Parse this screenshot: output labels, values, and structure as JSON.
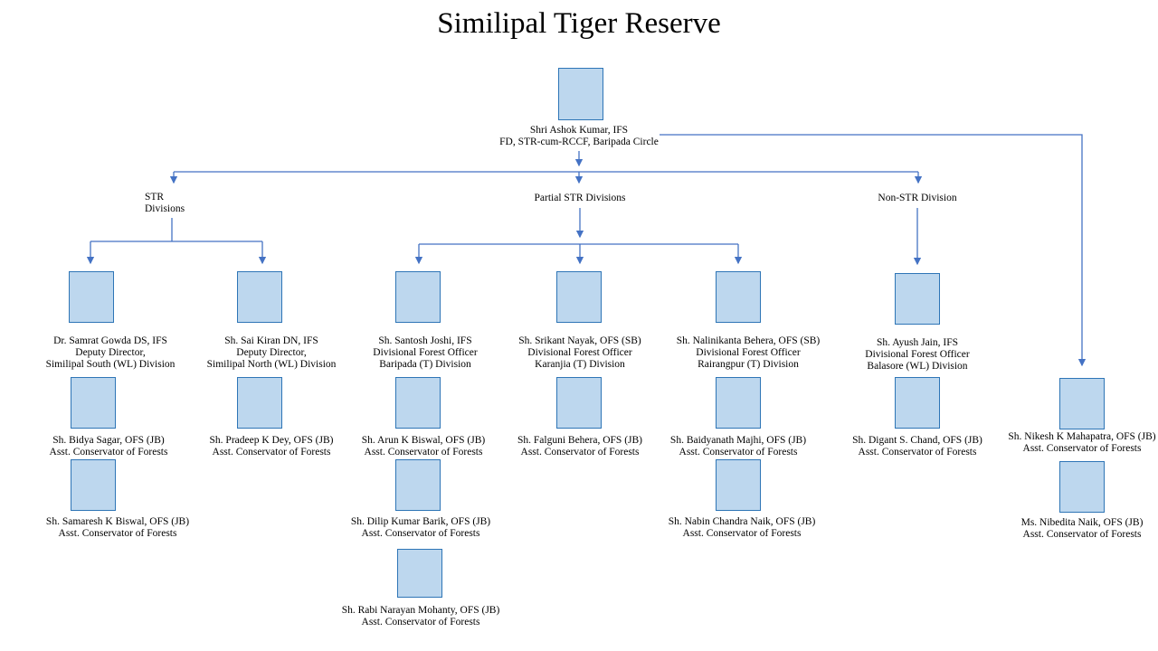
{
  "title": "Similipal Tiger Reserve",
  "root": {
    "caption": "Shri Ashok Kumar, IFS\nFD, STR-cum-RCCF, Baripada Circle"
  },
  "groups": {
    "str": "STR\nDivisions",
    "partial": "Partial STR Divisions",
    "non_str": "Non-STR Division"
  },
  "nodes": {
    "samrat": {
      "caption": "Dr. Samrat Gowda DS, IFS\nDeputy Director,\nSimilipal South (WL) Division"
    },
    "sai_kiran": {
      "caption": "Sh. Sai Kiran DN, IFS\nDeputy Director,\nSimilipal North (WL) Division"
    },
    "santosh": {
      "caption": "Sh. Santosh Joshi, IFS\nDivisional Forest Officer\nBaripada (T) Division"
    },
    "srikant": {
      "caption": "Sh. Srikant Nayak, OFS (SB)\nDivisional Forest Officer\nKaranjia (T) Division"
    },
    "nalinikanta": {
      "caption": "Sh. Nalinikanta Behera, OFS (SB)\nDivisional Forest Officer\nRairangpur (T) Division"
    },
    "ayush": {
      "caption": "Sh. Ayush Jain, IFS\nDivisional Forest Officer\nBalasore (WL) Division"
    },
    "bidya": {
      "caption": "Sh. Bidya Sagar, OFS (JB)\nAsst. Conservator of Forests"
    },
    "pradeep": {
      "caption": "Sh. Pradeep K Dey, OFS (JB)\nAsst. Conservator of Forests"
    },
    "arun": {
      "caption": "Sh. Arun K Biswal, OFS (JB)\nAsst. Conservator of Forests"
    },
    "falguni": {
      "caption": "Sh. Falguni Behera, OFS (JB)\nAsst. Conservator of Forests"
    },
    "baidyanath": {
      "caption": "Sh. Baidyanath Majhi, OFS (JB)\nAsst. Conservator of Forests"
    },
    "digant": {
      "caption": "Sh. Digant S. Chand, OFS (JB)\nAsst. Conservator of Forests"
    },
    "nikesh": {
      "caption": "Sh. Nikesh K Mahapatra, OFS (JB)\nAsst. Conservator of Forests"
    },
    "samaresh": {
      "caption": "Sh. Samaresh K Biswal, OFS (JB)\nAsst. Conservator of Forests"
    },
    "dilip": {
      "caption": "Sh. Dilip Kumar Barik, OFS (JB)\nAsst. Conservator of Forests"
    },
    "nabin": {
      "caption": "Sh. Nabin Chandra Naik, OFS (JB)\nAsst. Conservator of Forests"
    },
    "nibedita": {
      "caption": "Ms. Nibedita Naik, OFS (JB)\nAsst. Conservator of Forests"
    },
    "rabi": {
      "caption": "Sh. Rabi Narayan Mohanty, OFS (JB)\nAsst. Conservator of Forests"
    }
  },
  "colors": {
    "box_fill": "#BDD7EE",
    "box_border": "#2E75B6",
    "connector": "#4472C4",
    "text": "#000000"
  }
}
